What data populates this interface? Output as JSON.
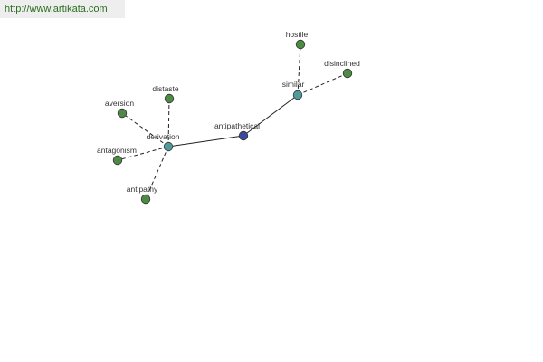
{
  "source": {
    "url_text": "http://www.artikata.com"
  },
  "colors": {
    "center": "#3a4a9a",
    "hub": "#4f9a9a",
    "leaf": "#4d8a43",
    "node_stroke": "#333333"
  },
  "nodes": [
    {
      "id": "antipathetical",
      "label": "antipathetical",
      "kind": "center"
    },
    {
      "id": "similar",
      "label": "similar",
      "kind": "hub"
    },
    {
      "id": "hostile",
      "label": "hostile",
      "kind": "leaf"
    },
    {
      "id": "disinclined",
      "label": "disinclined",
      "kind": "leaf"
    },
    {
      "id": "derivation",
      "label": "derivation",
      "kind": "hub"
    },
    {
      "id": "distaste",
      "label": "distaste",
      "kind": "leaf"
    },
    {
      "id": "aversion",
      "label": "aversion",
      "kind": "leaf"
    },
    {
      "id": "antagonism",
      "label": "antagonism",
      "kind": "leaf"
    },
    {
      "id": "antipathy",
      "label": "antipathy",
      "kind": "leaf"
    }
  ],
  "edges": [
    {
      "from": "antipathetical",
      "to": "similar",
      "style": "solid"
    },
    {
      "from": "antipathetical",
      "to": "derivation",
      "style": "solid"
    },
    {
      "from": "similar",
      "to": "hostile",
      "style": "dashed"
    },
    {
      "from": "similar",
      "to": "disinclined",
      "style": "dashed"
    },
    {
      "from": "derivation",
      "to": "distaste",
      "style": "dashed"
    },
    {
      "from": "derivation",
      "to": "aversion",
      "style": "dashed"
    },
    {
      "from": "derivation",
      "to": "antagonism",
      "style": "dashed"
    },
    {
      "from": "derivation",
      "to": "antipathy",
      "style": "dashed"
    }
  ]
}
